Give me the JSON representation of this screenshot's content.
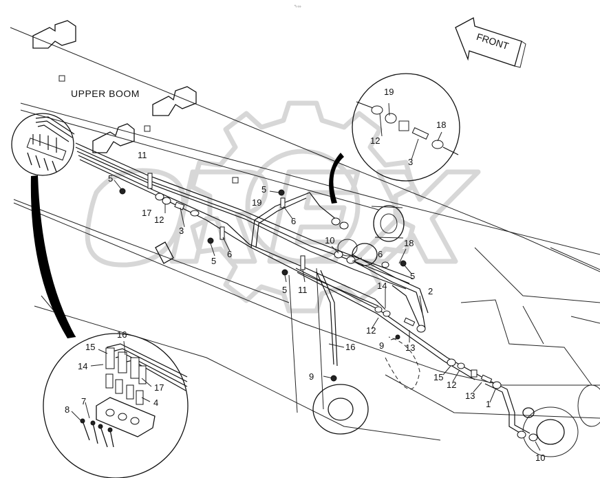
{
  "diagram": {
    "section_label": "UPPER BOOM",
    "direction_label": "FRONT",
    "watermark": "OREX",
    "header_mark": "⁰₀ ₀₀₀",
    "callouts": [
      {
        "id": "c-1",
        "text": "1"
      },
      {
        "id": "c-2",
        "text": "2"
      },
      {
        "id": "c-3a",
        "text": "3"
      },
      {
        "id": "c-3b",
        "text": "3"
      },
      {
        "id": "c-4",
        "text": "4"
      },
      {
        "id": "c-5a",
        "text": "5"
      },
      {
        "id": "c-5b",
        "text": "5"
      },
      {
        "id": "c-5c",
        "text": "5"
      },
      {
        "id": "c-5d",
        "text": "5"
      },
      {
        "id": "c-5e",
        "text": "5"
      },
      {
        "id": "c-6a",
        "text": "6"
      },
      {
        "id": "c-6b",
        "text": "6"
      },
      {
        "id": "c-6c",
        "text": "6"
      },
      {
        "id": "c-7",
        "text": "7"
      },
      {
        "id": "c-8",
        "text": "8"
      },
      {
        "id": "c-9a",
        "text": "9"
      },
      {
        "id": "c-9b",
        "text": "9"
      },
      {
        "id": "c-10a",
        "text": "10"
      },
      {
        "id": "c-10b",
        "text": "10"
      },
      {
        "id": "c-11a",
        "text": "11"
      },
      {
        "id": "c-11b",
        "text": "11"
      },
      {
        "id": "c-12a",
        "text": "12"
      },
      {
        "id": "c-12b",
        "text": "12"
      },
      {
        "id": "c-12c",
        "text": "12"
      },
      {
        "id": "c-12d",
        "text": "12"
      },
      {
        "id": "c-13a",
        "text": "13"
      },
      {
        "id": "c-13b",
        "text": "13"
      },
      {
        "id": "c-14a",
        "text": "14"
      },
      {
        "id": "c-14b",
        "text": "14"
      },
      {
        "id": "c-15a",
        "text": "15"
      },
      {
        "id": "c-15b",
        "text": "15"
      },
      {
        "id": "c-16a",
        "text": "16"
      },
      {
        "id": "c-16b",
        "text": "16"
      },
      {
        "id": "c-17a",
        "text": "17"
      },
      {
        "id": "c-17b",
        "text": "17"
      },
      {
        "id": "c-18a",
        "text": "18"
      },
      {
        "id": "c-18b",
        "text": "18"
      },
      {
        "id": "c-19a",
        "text": "19"
      },
      {
        "id": "c-19b",
        "text": "19"
      }
    ]
  }
}
